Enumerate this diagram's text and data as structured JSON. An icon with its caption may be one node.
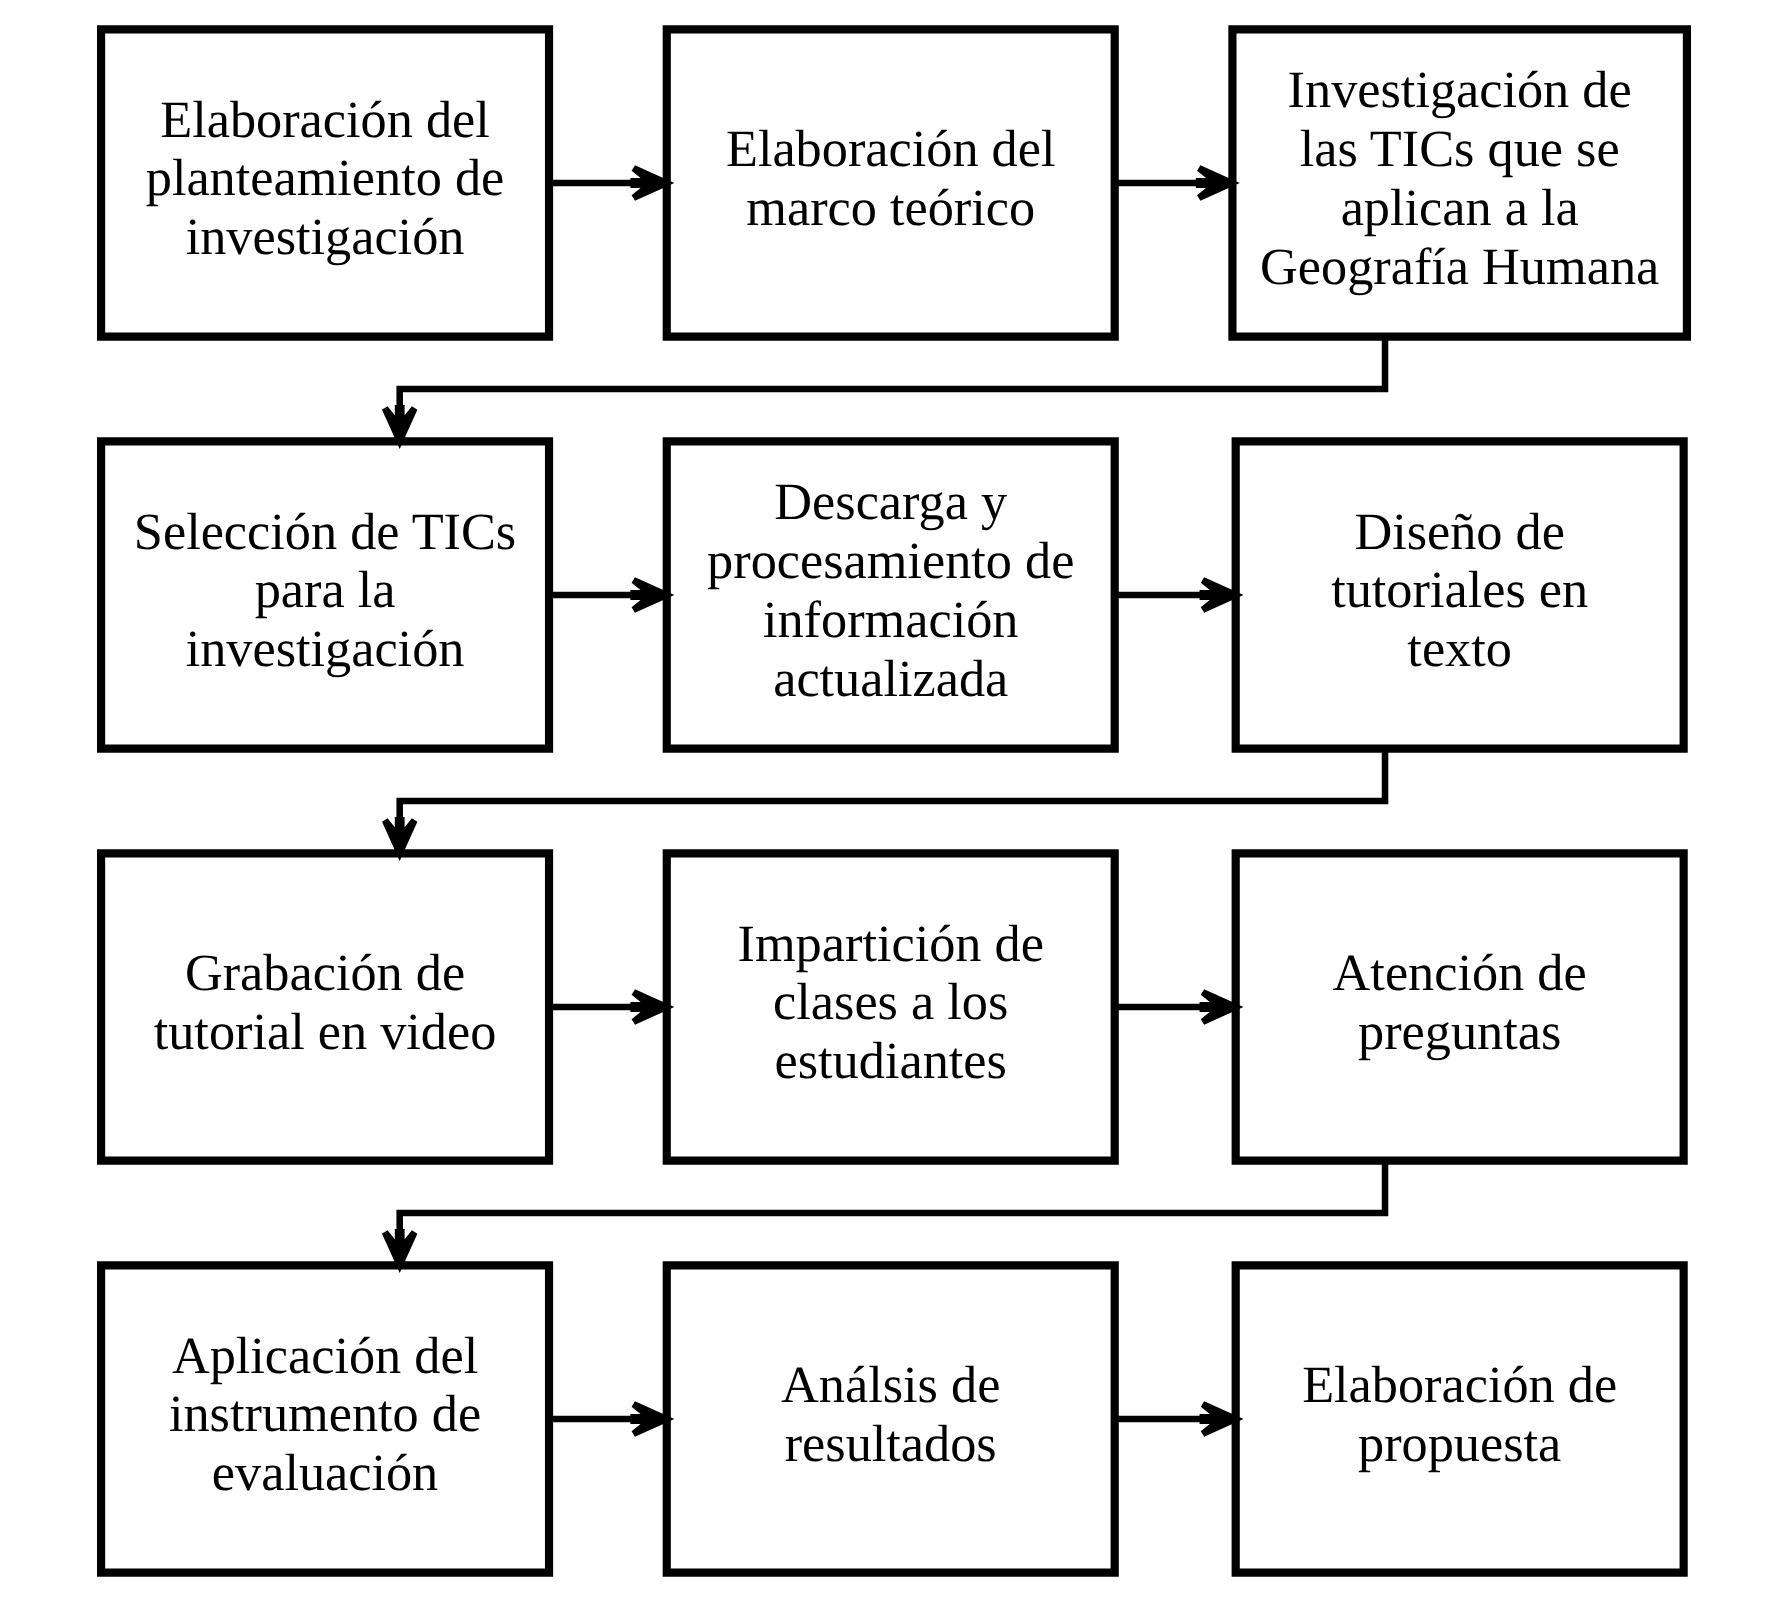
{
  "diagram": {
    "nodes": [
      {
        "text": [
          "Elaboración del planteamiento de investigación"
        ]
      },
      {
        "text": [
          "Elaboración del marco teórico"
        ]
      },
      {
        "text": [
          "Investigación de las TICs que se aplican a la Geografía Humana"
        ]
      },
      {
        "text": [
          "Selección de TICs para la investigación"
        ]
      },
      {
        "text": [
          "Descarga y procesamiento de información actualizada"
        ]
      },
      {
        "text": [
          "Diseño de tutoriales en texto"
        ]
      },
      {
        "text": [
          "Grabación de tutorial en video"
        ]
      },
      {
        "text": [
          "Impartición de clases a los estudiantes"
        ]
      },
      {
        "text": [
          "Atención de preguntas"
        ]
      },
      {
        "text": [
          "Aplicación del instrumento de evaluación"
        ]
      },
      {
        "text": [
          "Análsis de resultados"
        ]
      },
      {
        "text": [
          "Elaboración de propuesta"
        ]
      }
    ],
    "edges": [
      {
        "from": 0,
        "to": 1,
        "arrow": "to"
      },
      {
        "from": 1,
        "to": 2,
        "arrow": "to"
      },
      {
        "from": 2,
        "to": 3,
        "arrow": "to"
      },
      {
        "from": 3,
        "to": 4,
        "arrow": "to"
      },
      {
        "from": 4,
        "to": 5,
        "arrow": "to"
      },
      {
        "from": 5,
        "to": 6,
        "arrow": "to"
      },
      {
        "from": 6,
        "to": 7,
        "arrow": "to"
      },
      {
        "from": 7,
        "to": 8,
        "arrow": "to"
      },
      {
        "from": 8,
        "to": 9,
        "arrow": "to"
      },
      {
        "from": 9,
        "to": 10,
        "arrow": "to"
      },
      {
        "from": 10,
        "to": 11,
        "arrow": "to"
      }
    ]
  }
}
